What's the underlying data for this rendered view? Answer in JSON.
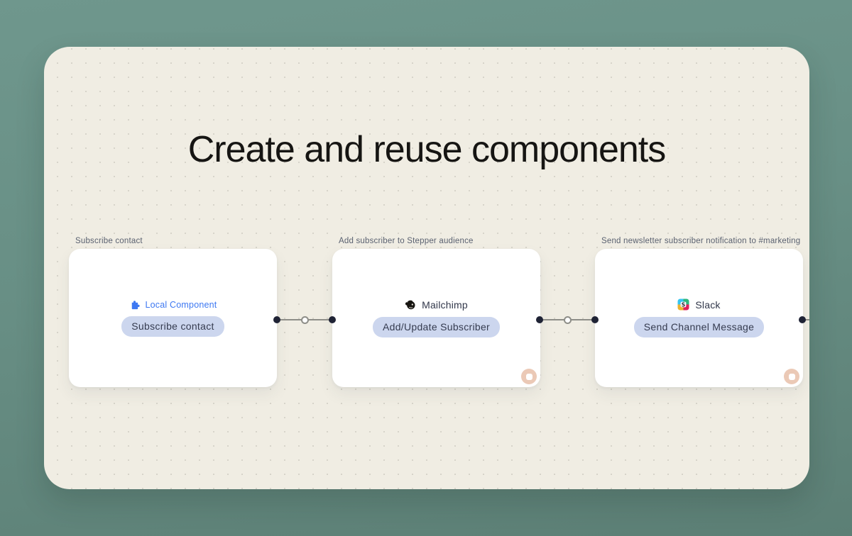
{
  "header": {
    "title": "Create and reuse components"
  },
  "canvas": {
    "nodes": [
      {
        "label": "Subscribe contact",
        "service": "Local Component",
        "action": "Subscribe contact",
        "icon": "puzzle-icon"
      },
      {
        "label": "Add subscriber to Stepper audience",
        "service": "Mailchimp",
        "action": "Add/Update Subscriber",
        "icon": "mailchimp-icon"
      },
      {
        "label": "Send newsletter subscriber notification to #marketing",
        "service": "Slack",
        "action": "Send Channel Message",
        "icon": "slack-icon"
      }
    ]
  },
  "colors": {
    "background_top": "#6F978D",
    "background_bottom": "#5C7F75",
    "panel": "#F0EDE3",
    "grid_dot": "#D7D4CA",
    "card": "#FFFFFF",
    "accent_blue": "#3D78F2",
    "pill_background": "#CCD6EE",
    "pill_text": "#353B4F",
    "node_label_text": "#5A6170",
    "title_text": "#161513",
    "connector_dot": "#1F2335",
    "connector_line": "#8E8E88",
    "corner_badge": "#EBC9B6",
    "slack_blue": "#36C5F0",
    "slack_green": "#2EB67D",
    "slack_yellow": "#ECB22E",
    "slack_red": "#E01E5A"
  }
}
